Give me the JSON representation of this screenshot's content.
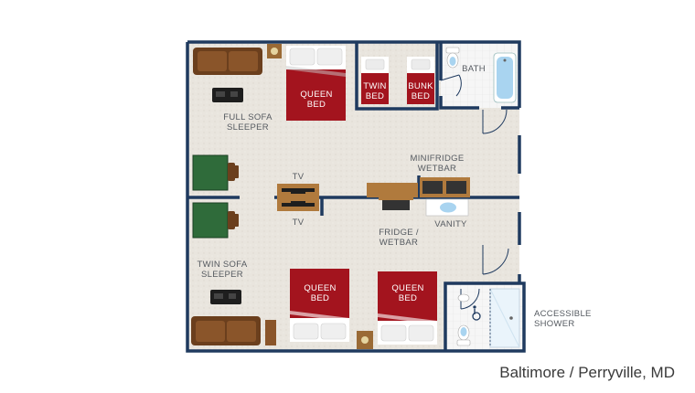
{
  "labels": {
    "queen_bed_top": [
      "QUEEN",
      "BED"
    ],
    "twin_bed": [
      "TWIN",
      "BED"
    ],
    "bunk_bed": [
      "BUNK",
      "BED"
    ],
    "bath": "BATH",
    "full_sofa": [
      "FULL SOFA",
      "SLEEPER"
    ],
    "minifridge": [
      "MINIFRIDGE",
      "WETBAR"
    ],
    "tv_top": "TV",
    "tv_bottom": "TV",
    "fridge": [
      "FRIDGE /",
      "WETBAR"
    ],
    "vanity": "VANITY",
    "twin_sofa": [
      "TWIN SOFA",
      "SLEEPER"
    ],
    "queen_bed_left": [
      "QUEEN",
      "BED"
    ],
    "queen_bed_right": [
      "QUEEN",
      "BED"
    ],
    "accessible_shower": [
      "ACCESSIBLE",
      "SHOWER"
    ]
  },
  "caption": "Baltimore / Perryville, MD",
  "colors": {
    "wall": "#1f3a5f",
    "floor": "#e8e4dc",
    "bed": "#a3141e",
    "wood": "#7a4a22",
    "table": "#2f6b3a",
    "water": "#a9d4f0"
  }
}
